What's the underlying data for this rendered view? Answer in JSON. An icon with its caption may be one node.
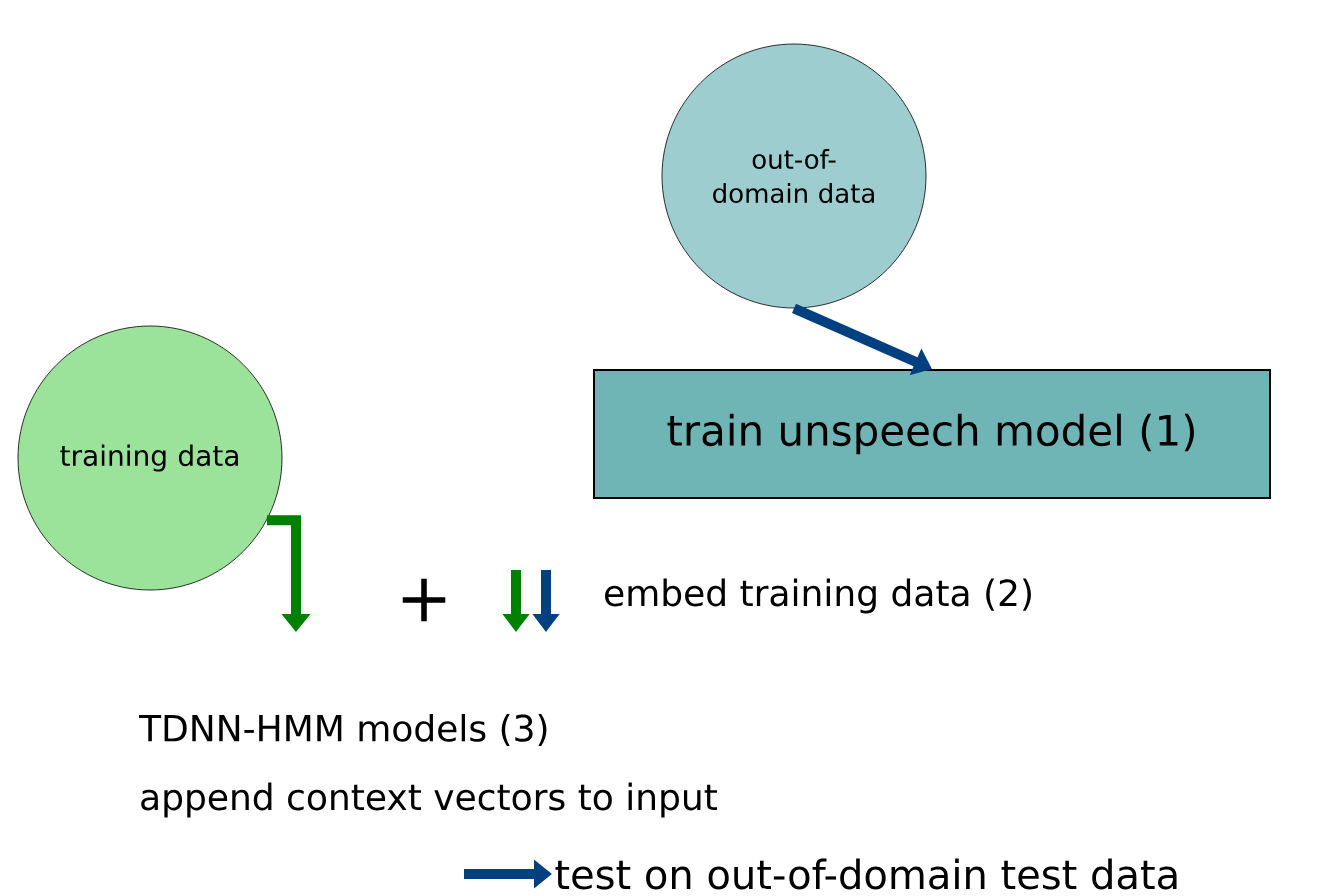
{
  "diagram": {
    "nodes": [
      {
        "text": [
          "out-of-domain data"
        ]
      },
      {
        "text": [
          "train unspeech model (1)"
        ]
      },
      {
        "text": [
          "training data"
        ]
      },
      {
        "text": [
          "test on out-of-domain test data"
        ]
      }
    ],
    "edges": [
      {
        "from": 0,
        "to": 1,
        "arrow": "to"
      },
      {
        "from": 2,
        "to": null,
        "arrow": "to",
        "color": "#008000"
      },
      {
        "from": null,
        "to": 3,
        "arrow": "to"
      }
    ],
    "labels": [
      "+",
      "embed training data (2)",
      "TDNN-HMM models (3)",
      "append context vectors to input"
    ]
  }
}
